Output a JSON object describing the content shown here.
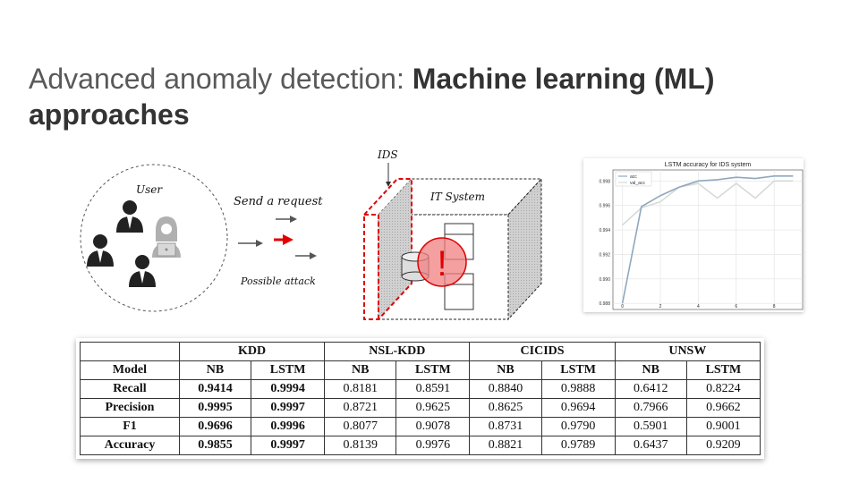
{
  "slide": {
    "title_plain": "Advanced anomaly detection: ",
    "title_bold_1": "Machine learning (ML)",
    "title_bold_2": "approaches"
  },
  "diagram": {
    "user_label": "User",
    "send_label": "Send a request",
    "attack_label": "Possible attack",
    "ids_label": "IDS",
    "system_label": "IT System",
    "alert_glyph": "!",
    "colors": {
      "attack": "#e00000",
      "alert_fill": "#f08080"
    }
  },
  "chart_data": {
    "type": "line",
    "title": "LSTM accuracy for IDS system",
    "xlabel": "",
    "ylabel": "",
    "x_ticks": [
      "0",
      "2",
      "4",
      "6",
      "8"
    ],
    "y_ticks": [
      "0.988",
      "0.990",
      "0.992",
      "0.994",
      "0.996",
      "0.998"
    ],
    "xlim": [
      -0.5,
      9.5
    ],
    "ylim": [
      0.9875,
      0.9989
    ],
    "legend": "top-left",
    "grid": true,
    "x": [
      0,
      1,
      2,
      3,
      4,
      5,
      6,
      7,
      8,
      9
    ],
    "series": [
      {
        "name": "acc",
        "color": "#8fa8bf",
        "values": [
          0.988,
          0.9959,
          0.9968,
          0.9975,
          0.998,
          0.9981,
          0.9983,
          0.9982,
          0.9984,
          0.9984
        ]
      },
      {
        "name": "val_acc",
        "color": "#d4dad7",
        "values": [
          0.9944,
          0.9958,
          0.9963,
          0.9975,
          0.9978,
          0.9966,
          0.9978,
          0.9966,
          0.998,
          0.998
        ]
      }
    ]
  },
  "table": {
    "groups": [
      "KDD",
      "NSL-KDD",
      "CICIDS",
      "UNSW"
    ],
    "subheaders": [
      "Model",
      "NB",
      "LSTM",
      "NB",
      "LSTM",
      "NB",
      "LSTM",
      "NB",
      "LSTM"
    ],
    "rows": [
      {
        "label": "Recall",
        "values": [
          "0.9414",
          "0.9994",
          "0.8181",
          "0.8591",
          "0.8840",
          "0.9888",
          "0.6412",
          "0.8224"
        ]
      },
      {
        "label": "Precision",
        "values": [
          "0.9995",
          "0.9997",
          "0.8721",
          "0.9625",
          "0.8625",
          "0.9694",
          "0.7966",
          "0.9662"
        ]
      },
      {
        "label": "F1",
        "values": [
          "0.9696",
          "0.9996",
          "0.8077",
          "0.9078",
          "0.8731",
          "0.9790",
          "0.5901",
          "0.9001"
        ]
      },
      {
        "label": "Accuracy",
        "values": [
          "0.9855",
          "0.9997",
          "0.8139",
          "0.9976",
          "0.8821",
          "0.9789",
          "0.6437",
          "0.9209"
        ]
      }
    ]
  }
}
